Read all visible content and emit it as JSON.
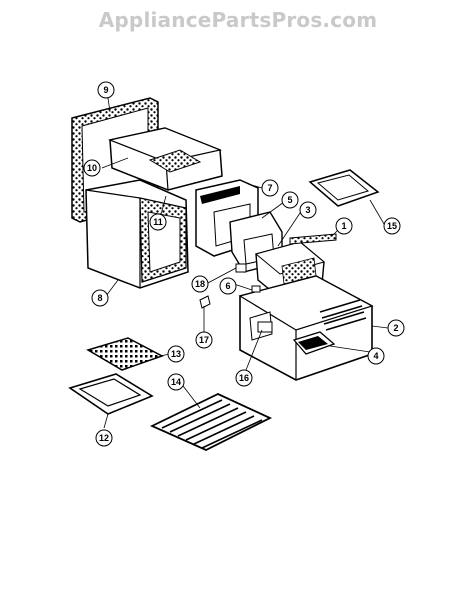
{
  "watermark": "AppliancePartsPros.com",
  "callouts": [
    {
      "id": "c9",
      "label": "9"
    },
    {
      "id": "c10",
      "label": "10"
    },
    {
      "id": "c11",
      "label": "11"
    },
    {
      "id": "c7",
      "label": "7"
    },
    {
      "id": "c5",
      "label": "5"
    },
    {
      "id": "c3",
      "label": "3"
    },
    {
      "id": "c1",
      "label": "1"
    },
    {
      "id": "c15",
      "label": "15"
    },
    {
      "id": "c18",
      "label": "18"
    },
    {
      "id": "c6",
      "label": "6"
    },
    {
      "id": "c8",
      "label": "8"
    },
    {
      "id": "c17",
      "label": "17"
    },
    {
      "id": "c2",
      "label": "2"
    },
    {
      "id": "c4",
      "label": "4"
    },
    {
      "id": "c16",
      "label": "16"
    },
    {
      "id": "c13",
      "label": "13"
    },
    {
      "id": "c14",
      "label": "14"
    },
    {
      "id": "c12",
      "label": "12"
    }
  ]
}
